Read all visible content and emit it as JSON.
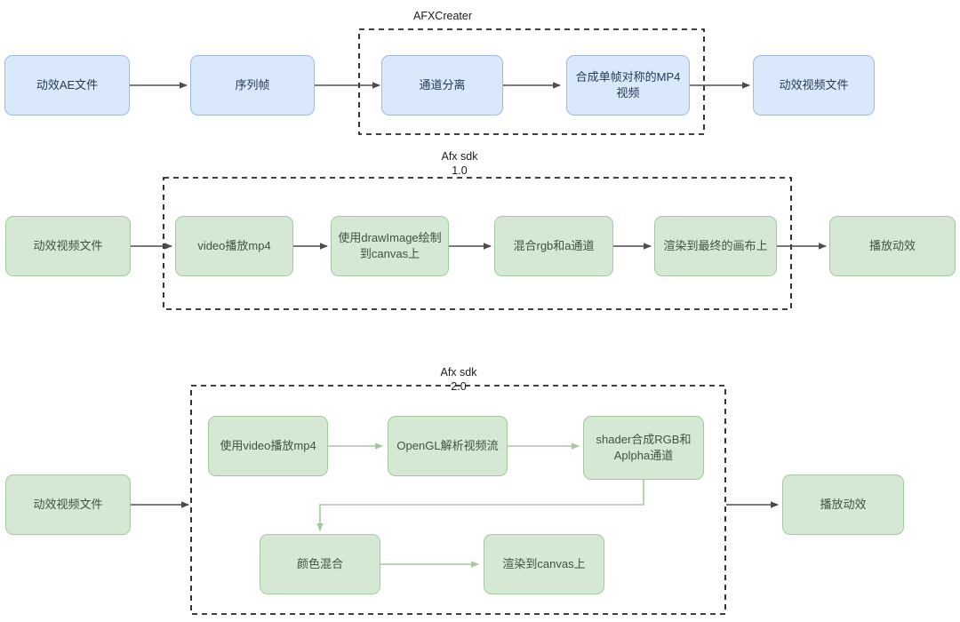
{
  "diagram": {
    "title_top": "AFXCreater",
    "title_mid": "Afx sdk\n1.0",
    "title_bottom": "Afx sdk\n2.0",
    "colors": {
      "blue_fill": "#dae8fc",
      "blue_stroke": "#9fb9df",
      "green_fill": "#d5e8d4",
      "green_stroke": "#a5c99f",
      "arrow_dark": "#4d4d4d",
      "arrow_green": "#a5c99f",
      "dash_stroke": "#000000"
    }
  },
  "rows": {
    "top": {
      "group_label": "AFXCreater",
      "nodes": [
        {
          "label": "动效AE文件"
        },
        {
          "label": "序列帧"
        },
        {
          "label": "通道分离"
        },
        {
          "label": "合成单帧对称的MP4\n视频"
        },
        {
          "label": "动效视频文件"
        }
      ]
    },
    "middle": {
      "group_label": "Afx sdk\n1.0",
      "nodes": [
        {
          "label": "动效视频文件"
        },
        {
          "label": "video播放mp4"
        },
        {
          "label": "使用drawImage绘制\n到canvas上"
        },
        {
          "label": "混合rgb和a通道"
        },
        {
          "label": "渲染到最终的画布上"
        },
        {
          "label": "播放动效"
        }
      ]
    },
    "bottom": {
      "group_label": "Afx sdk\n2.0",
      "nodes": [
        {
          "label": "动效视频文件"
        },
        {
          "label": "使用video播放mp4"
        },
        {
          "label": "OpenGL解析视频流"
        },
        {
          "label": "shader合成RGB和\nAplpha通道"
        },
        {
          "label": "颜色混合"
        },
        {
          "label": "渲染到canvas上"
        },
        {
          "label": "播放动效"
        }
      ]
    }
  }
}
